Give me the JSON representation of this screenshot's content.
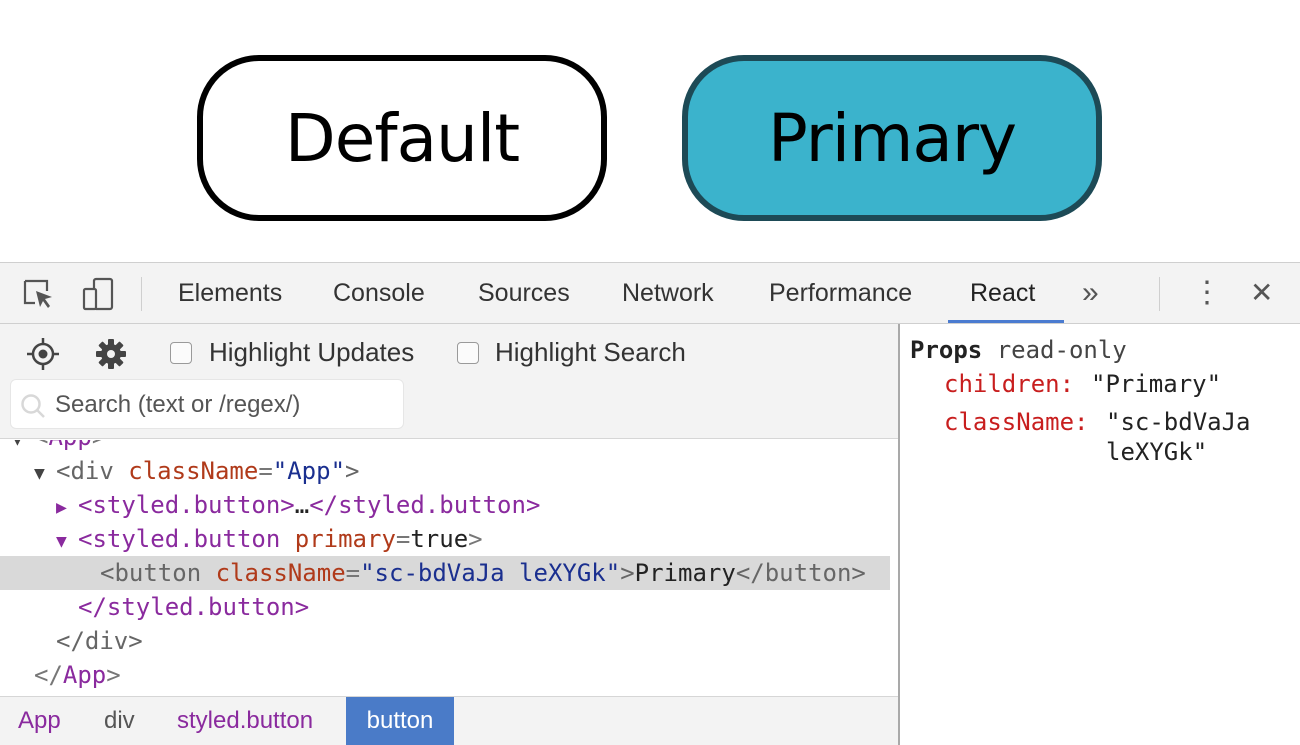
{
  "preview": {
    "default_label": "Default",
    "primary_label": "Primary",
    "colors": {
      "primary_bg": "#3bb3cc",
      "primary_border": "#1d4a56"
    }
  },
  "devtools": {
    "tabs": [
      "Elements",
      "Console",
      "Sources",
      "Network",
      "Performance",
      "React"
    ],
    "active_tab": "React",
    "more_tabs_glyph": "»",
    "menu_glyph": "⋮",
    "close_glyph": "✕"
  },
  "react_toolbar": {
    "highlight_updates_label": "Highlight Updates",
    "highlight_search_label": "Highlight Search",
    "search_placeholder": "Search (text or /regex/)"
  },
  "tree": {
    "row0": {
      "tag": "App"
    },
    "row1": {
      "tag": "div",
      "attr": "className",
      "value": "\"App\""
    },
    "row2": {
      "tag": "styled.button",
      "ellipsis": "…",
      "close": "styled.button"
    },
    "row3": {
      "tag": "styled.button",
      "attr": "primary",
      "value": "true"
    },
    "row4": {
      "tag": "button",
      "attr": "className",
      "value": "\"sc-bdVaJa leXYGk\"",
      "text": "Primary",
      "close": "button"
    },
    "row5": {
      "close": "styled.button"
    },
    "row6": {
      "close": "div"
    },
    "row7": {
      "close": "App"
    }
  },
  "breadcrumbs": [
    "App",
    "div",
    "styled.button",
    "button"
  ],
  "props": {
    "title": "Props",
    "subtitle": "read-only",
    "children_key": "children:",
    "children_val": "\"Primary\"",
    "classname_key": "className:",
    "classname_val_line1": "\"sc-bdVaJa",
    "classname_val_line2": "leXYGk\""
  }
}
